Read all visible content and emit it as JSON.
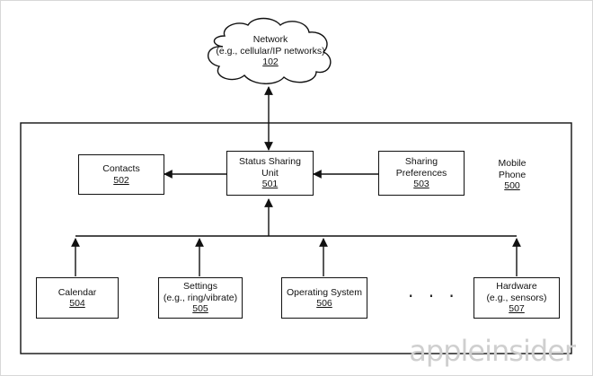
{
  "network": {
    "line1": "Network",
    "line2": "(e.g., cellular/IP networks)",
    "ref": "102"
  },
  "phone": {
    "line1": "Mobile",
    "line2": "Phone",
    "ref": "500"
  },
  "contacts": {
    "line1": "Contacts",
    "ref": "502"
  },
  "status_sharing_unit": {
    "line1": "Status Sharing",
    "line2": "Unit",
    "ref": "501"
  },
  "sharing_preferences": {
    "line1": "Sharing",
    "line2": "Preferences",
    "ref": "503"
  },
  "calendar": {
    "line1": "Calendar",
    "ref": "504"
  },
  "settings": {
    "line1": "Settings",
    "line2": "(e.g., ring/vibrate)",
    "ref": "505"
  },
  "operating_system": {
    "line1": "Operating System",
    "ref": "506"
  },
  "ellipsis": ". . .",
  "hardware": {
    "line1": "Hardware",
    "line2": "(e.g., sensors)",
    "ref": "507"
  },
  "watermark": "appleinsider"
}
